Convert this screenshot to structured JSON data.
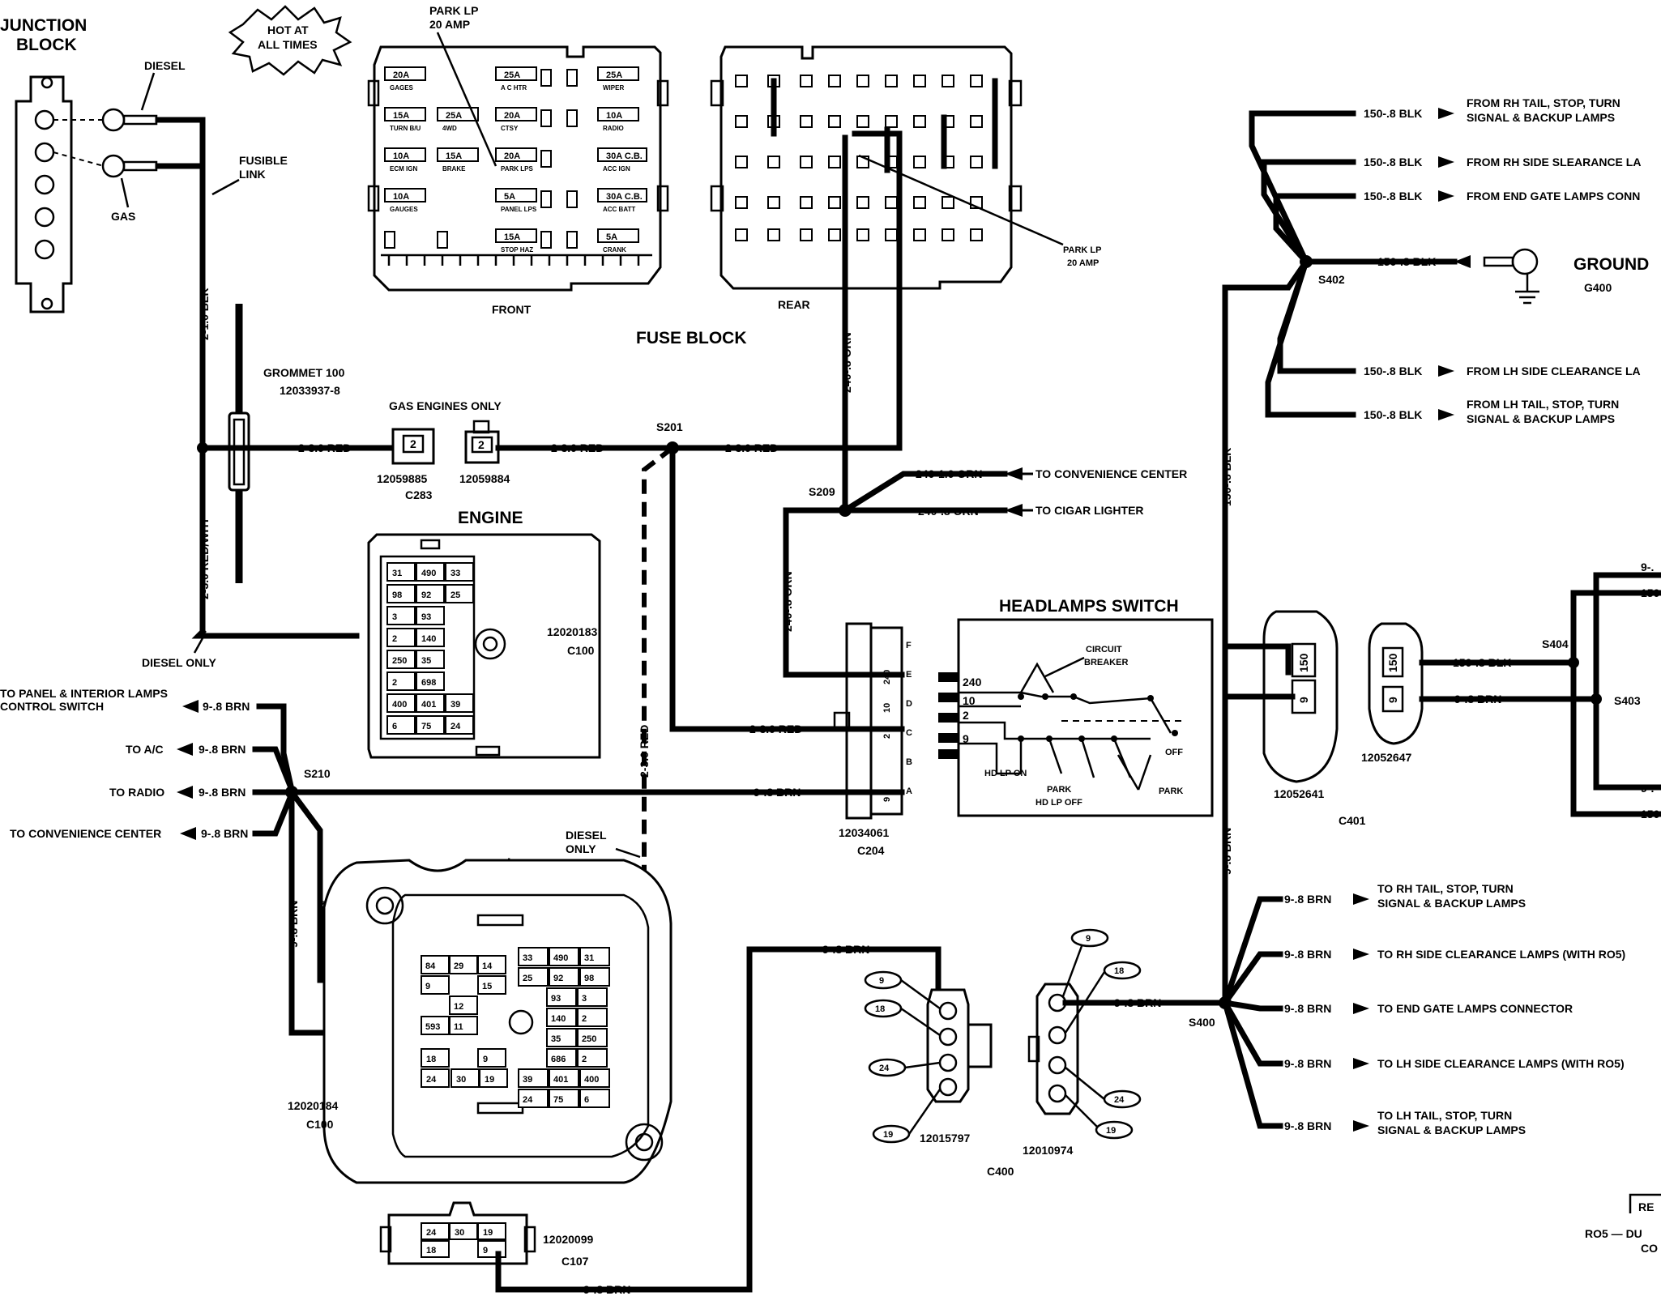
{
  "junction_block": {
    "title_line1": "JUNCTION",
    "title_line2": "BLOCK",
    "diesel": "DIESEL",
    "gas": "GAS",
    "fusible_link_1": "FUSIBLE",
    "fusible_link_2": "LINK",
    "wire_blk": "2-1.0 BLK",
    "wire_red_wht": "2-3.0 RED/WHT",
    "diesel_only": "DIESEL ONLY"
  },
  "hot_at_all_times_1": "HOT AT",
  "hot_at_all_times_2": "ALL TIMES",
  "fuse_block": {
    "title": "FUSE BLOCK",
    "front_label": "FRONT",
    "rear_label": "REAR",
    "park_lp_top_1": "PARK LP",
    "park_lp_top_2": "20 AMP",
    "park_lp_rear_1": "PARK LP",
    "park_lp_rear_2": "20 AMP",
    "front_fuses": [
      {
        "amp": "20A",
        "name": "GAGES"
      },
      {
        "amp": "25A",
        "name": "A C HTR"
      },
      {
        "amp": "25A",
        "name": "WIPER"
      },
      {
        "amp": "15A",
        "name": "TURN B/U"
      },
      {
        "amp": "25A",
        "name": "4WD"
      },
      {
        "amp": "20A",
        "name": "CTSY"
      },
      {
        "amp": "10A",
        "name": "RADIO"
      },
      {
        "amp": "10A",
        "name": "ECM IGN"
      },
      {
        "amp": "15A",
        "name": "BRAKE"
      },
      {
        "amp": "20A",
        "name": "PARK LPS"
      },
      {
        "amp": "30A C.B.",
        "name": "ACC IGN"
      },
      {
        "amp": "10A",
        "name": "GAUGES"
      },
      {
        "amp": "5A",
        "name": "PANEL LPS"
      },
      {
        "amp": "30A C.B.",
        "name": "ACC BATT"
      },
      {
        "amp": "15A",
        "name": "STOP HAZ"
      },
      {
        "amp": "5A",
        "name": "CRANK"
      }
    ]
  },
  "grommet": {
    "title": "GROMMET 100",
    "part": "12033937-8"
  },
  "gas_engines_only": "GAS ENGINES ONLY",
  "c283": {
    "label": "C283",
    "part_a": "12059885",
    "part_b": "12059884",
    "pin": "2"
  },
  "wires": {
    "red_a": "2-3.0 RED",
    "red_b": "2-3.0 RED",
    "red_c": "2-3.0 RED",
    "red_vert": "2-3.0 RED",
    "red_c204": "2-3.0 RED",
    "orn_vert_1": "240-.8 ORN",
    "orn_vert_2": "240-.8 ORN",
    "orn_conv": "240-1.0 ORN",
    "orn_cigar": "240-.8 ORN",
    "brn_main": "9-.8 BRN",
    "brn_panel": "9-.8 BRN",
    "brn_ac": "9-.8 BRN",
    "brn_radio": "9-.8 BRN",
    "brn_conv": "9-.8 BRN",
    "brn_vert_1": "9-.8 BRN",
    "brn_vert_2": "9-.8 BRN",
    "brn_c400": "9-.8 BRN",
    "brn_c107": "9-.8 BRN",
    "brn_c400b": "9-.8 BRN",
    "blk_vert": "150-.8 BLK",
    "brn_vert_right": "9-.8 BRN",
    "blk_c401": "150-.8 BLK",
    "brn_c401": "9-.8 BRN",
    "diesel_only_2": "DIESEL",
    "diesel_only_2b": "ONLY"
  },
  "splices": {
    "s201": "S201",
    "s209": "S209",
    "s210": "S210",
    "s400": "S400",
    "s402": "S402",
    "s403": "S403",
    "s404": "S404"
  },
  "destinations": {
    "conv_center": "TO CONVENIENCE CENTER",
    "cigar": "TO CIGAR LIGHTER",
    "panel_1": "TO PANEL & INTERIOR LAMPS",
    "panel_2": "CONTROL SWITCH",
    "ac": "TO A/C",
    "radio": "TO RADIO",
    "conv_center_2": "TO CONVENIENCE CENTER"
  },
  "engine_block": {
    "title": "ENGINE",
    "part": "12020183",
    "conn": "C100",
    "cells": [
      "31",
      "490",
      "33",
      "98",
      "92",
      "25",
      "3",
      "93",
      "2",
      "140",
      "250",
      "35",
      "2",
      "698",
      "400",
      "401",
      "39",
      "6",
      "75",
      "24"
    ]
  },
  "ip_block": {
    "title": "I/P",
    "part": "12020184",
    "conn": "C100",
    "left_cells": [
      "84",
      "29",
      "14",
      "9",
      "15",
      "12",
      "593",
      "11"
    ],
    "right_cells": [
      "33",
      "490",
      "31",
      "25",
      "92",
      "98",
      "93",
      "3",
      "140",
      "2",
      "35",
      "250",
      "686",
      "2",
      "39",
      "401",
      "400",
      "24",
      "75",
      "6"
    ],
    "low_cells": [
      "18",
      "9",
      "24",
      "30",
      "19"
    ]
  },
  "c107": {
    "part": "12020099",
    "conn": "C107",
    "cells": [
      "24",
      "30",
      "19",
      "18",
      "9"
    ]
  },
  "c204": {
    "part": "12034061",
    "conn": "C204",
    "letters": [
      "F",
      "E",
      "D",
      "C",
      "B",
      "A"
    ],
    "pins": [
      "240",
      "10",
      "2",
      "9"
    ]
  },
  "headlamp_switch": {
    "title": "HEADLAMPS SWITCH",
    "cb_1": "CIRCUIT",
    "cb_2": "BREAKER",
    "pins": [
      "240",
      "10",
      "2",
      "9"
    ],
    "hd_lp_on": "HD LP ON",
    "park_1": "PARK",
    "hd_lp_off": "HD LP OFF",
    "off": "OFF",
    "park_2": "PARK"
  },
  "c400": {
    "conn": "C400",
    "part_a": "12015797",
    "part_b": "12010974",
    "left_pins": [
      "9",
      "18",
      "24",
      "19"
    ],
    "right_pins": [
      "9",
      "18",
      "24",
      "19"
    ]
  },
  "c401": {
    "conn": "C401",
    "part_a": "12052641",
    "part_b": "12052647",
    "pins": [
      "150",
      "9"
    ]
  },
  "ground": {
    "title": "GROUND",
    "ref": "G400",
    "wire": "150-.8 BLK"
  },
  "s402_branches": [
    {
      "wire": "150-.8 BLK",
      "line1": "FROM RH TAIL, STOP, TURN",
      "line2": "SIGNAL & BACKUP LAMPS"
    },
    {
      "wire": "150-.8 BLK",
      "line1": "FROM RH SIDE SLEARANCE LA",
      "line2": ""
    },
    {
      "wire": "150-.8 BLK",
      "line1": "FROM END GATE LAMPS CONN",
      "line2": ""
    },
    {
      "wire": "150-.8 BLK",
      "line1": "FROM LH SIDE CLEARANCE LA",
      "line2": ""
    },
    {
      "wire": "150-.8 BLK",
      "line1": "FROM LH TAIL, STOP, TURN",
      "line2": "SIGNAL & BACKUP LAMPS"
    }
  ],
  "s400_branches": [
    {
      "wire": "9-.8 BRN",
      "line1": "TO RH TAIL, STOP, TURN",
      "line2": "SIGNAL & BACKUP LAMPS"
    },
    {
      "wire": "9-.8 BRN",
      "line1": "TO RH SIDE CLEARANCE LAMPS (WITH RO5)",
      "line2": ""
    },
    {
      "wire": "9-.8 BRN",
      "line1": "TO END GATE LAMPS CONNECTOR",
      "line2": ""
    },
    {
      "wire": "9-.8 BRN",
      "line1": "TO LH SIDE CLEARANCE LAMPS (WITH RO5)",
      "line2": ""
    },
    {
      "wire": "9-.8 BRN",
      "line1": "TO LH TAIL, STOP, TURN",
      "line2": "SIGNAL & BACKUP LAMPS"
    }
  ],
  "right_edge": {
    "a": "9-.",
    "b": "150",
    "c": "9-.",
    "d": "150"
  },
  "legend": {
    "box": "RE",
    "line1": "RO5 — DU",
    "line2": "CO"
  }
}
